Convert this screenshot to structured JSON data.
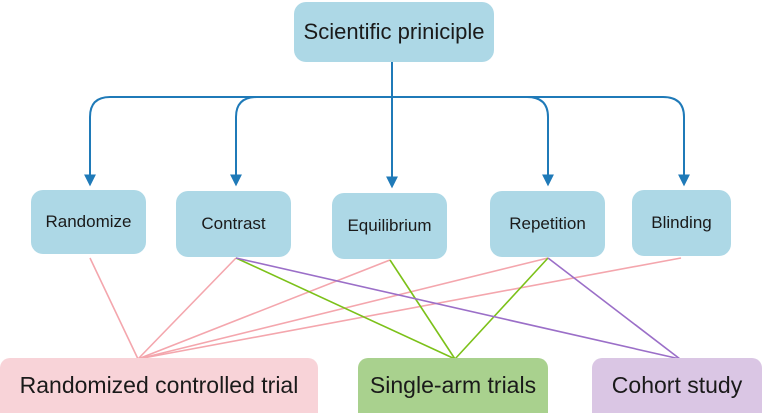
{
  "root": {
    "label": "Scientific priniciple"
  },
  "principles": [
    {
      "label": "Randomize"
    },
    {
      "label": "Contrast"
    },
    {
      "label": "Equilibrium"
    },
    {
      "label": "Repetition"
    },
    {
      "label": "Blinding"
    }
  ],
  "designs": [
    {
      "label": "Randomized controlled trial"
    },
    {
      "label": "Single-arm trials"
    },
    {
      "label": "Cohort study"
    }
  ],
  "colors": {
    "node_fill": "#add8e6",
    "arrow": "#1f7ab8",
    "rct_fill": "#f8d3d8",
    "rct_link": "#f4a6ad",
    "single_arm_fill": "#a9d18e",
    "single_arm_link": "#7cc119",
    "cohort_fill": "#dac6e4",
    "cohort_link": "#9b6fc8"
  }
}
